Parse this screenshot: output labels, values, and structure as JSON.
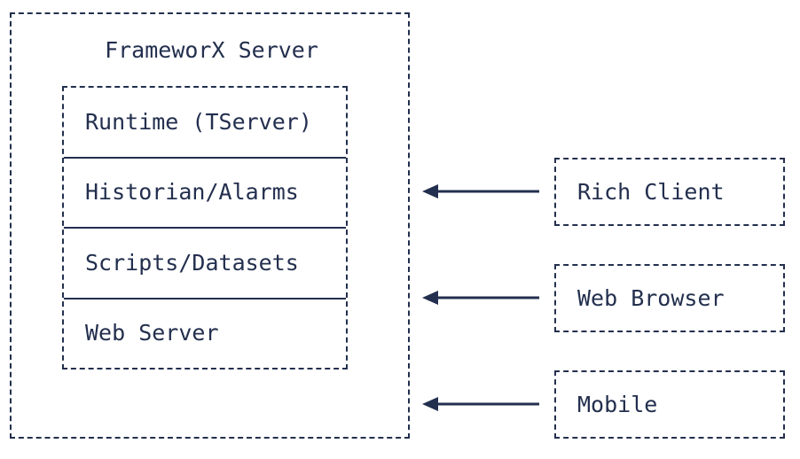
{
  "diagram": {
    "title": "FrameworX Server",
    "background_color": "#ffffff",
    "stroke_color": "#232f4e",
    "text_color": "#232f4e",
    "server": {
      "label": "FrameworX Server",
      "border_style": "dashed",
      "stack": {
        "border_style": "dashed",
        "cells": [
          {
            "label": "Runtime (TServer)"
          },
          {
            "label": "Historian/Alarms"
          },
          {
            "label": "Scripts/Datasets"
          },
          {
            "label": "Web Server"
          }
        ]
      }
    },
    "clients": [
      {
        "label": "Rich Client",
        "arrow_direction": "left",
        "arrow_target": "FrameworX Server"
      },
      {
        "label": "Web Browser",
        "arrow_direction": "left",
        "arrow_target": "FrameworX Server"
      },
      {
        "label": "Mobile",
        "arrow_direction": "left",
        "arrow_target": "FrameworX Server"
      }
    ]
  }
}
